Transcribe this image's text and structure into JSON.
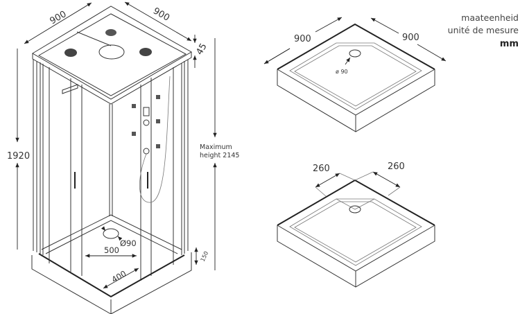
{
  "cabin": {
    "width_left": "900",
    "width_right": "900",
    "roof_height": "45",
    "height": "1920",
    "max_height_line1": "Maximum",
    "max_height_line2": "height 2145",
    "drain_diameter": "Ø90",
    "door_width": "500",
    "entry_depth": "400",
    "tray_height": "150"
  },
  "tray_top": {
    "width_left": "900",
    "width_right": "900",
    "drain_diameter": "ø 90"
  },
  "tray_bottom": {
    "drain_offset_left": "260",
    "drain_offset_right": "260"
  },
  "units": {
    "line1": "maateenheid",
    "line2": "unité de mesure",
    "unit": "mm"
  }
}
